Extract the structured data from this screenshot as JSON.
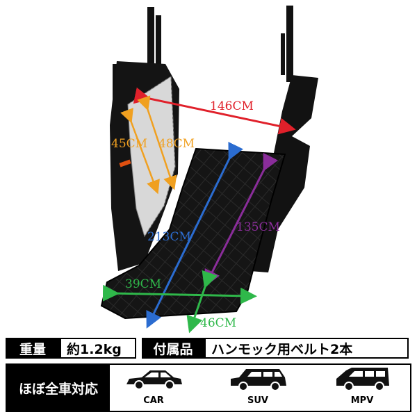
{
  "dimensions": {
    "width_total": "146CM",
    "side_panel_a": "45CM",
    "side_panel_b": "48CM",
    "length_full": "213CM",
    "length_seat": "135CM",
    "width_front": "39CM",
    "width_seat": "46CM"
  },
  "specs": {
    "weight_label": "重量",
    "weight_value": "約1.2kg",
    "accessory_label": "付属品",
    "accessory_value": "ハンモック用ベルト2本"
  },
  "compat": {
    "label": "ほぼ全車対応",
    "vehicles": [
      {
        "name": "CAR",
        "icon": "sedan-icon"
      },
      {
        "name": "SUV",
        "icon": "suv-icon"
      },
      {
        "name": "MPV",
        "icon": "minivan-icon"
      }
    ]
  },
  "colors": {
    "red_arrow": "#e0202a",
    "orange_arrow": "#f0a020",
    "blue_arrow": "#2b6cd0",
    "purple_arrow": "#8a2d9a",
    "green_arrow": "#2fb84a"
  }
}
